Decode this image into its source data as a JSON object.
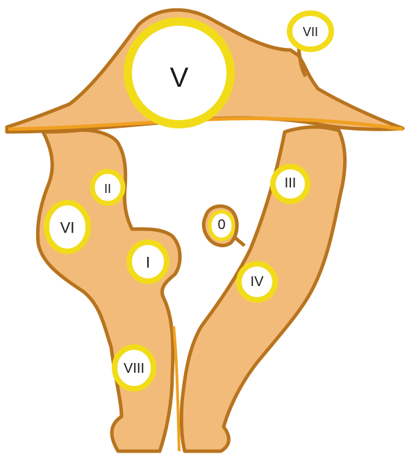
{
  "diagram": {
    "colors": {
      "tissue_fill": "#f2bb7a",
      "tissue_outline": "#b8741e",
      "orange_accent": "#f0a020",
      "ring_yellow": "#f2dc1a",
      "cavity_white": "#ffffff",
      "text": "#1a1a1a"
    },
    "labels": {
      "zero": "0",
      "one": "I",
      "two": "II",
      "three": "III",
      "four": "IV",
      "five": "V",
      "six": "VI",
      "seven": "VII",
      "eight": "VIII"
    }
  }
}
